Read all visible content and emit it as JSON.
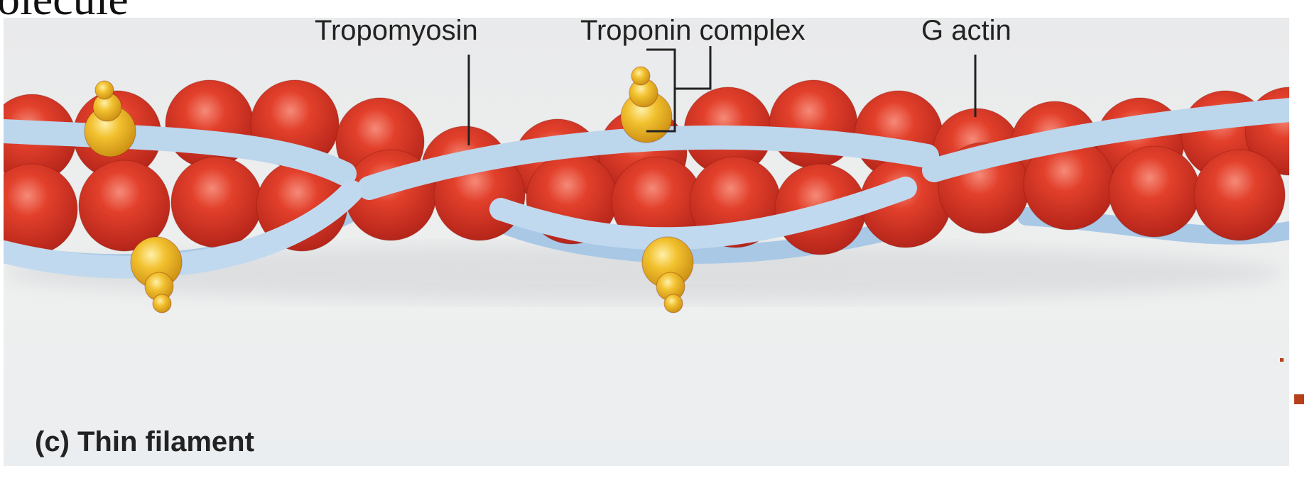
{
  "heading_fragment": "olecule",
  "labels": {
    "tropomyosin": "Tropomyosin",
    "troponin_complex": "Troponin complex",
    "g_actin": "G actin"
  },
  "caption": "(c)  Thin filament",
  "colors": {
    "actin": "#d2321f",
    "tropomyosin": "#b9d4ea",
    "troponin": "#e8b323",
    "background": "#ebecec",
    "slide_bullet": "#b5401a"
  }
}
